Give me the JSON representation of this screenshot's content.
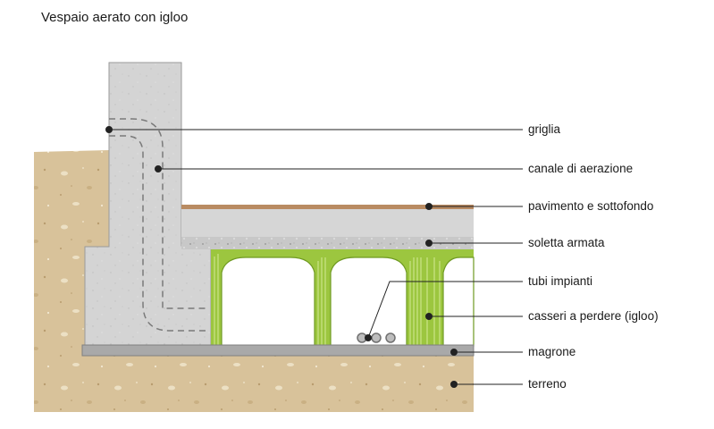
{
  "title": "Vespaio aerato con igloo",
  "labels": [
    {
      "id": "griglia",
      "text": "griglia"
    },
    {
      "id": "canale",
      "text": "canale di aerazione"
    },
    {
      "id": "pavimento",
      "text": "pavimento e sottofondo"
    },
    {
      "id": "soletta",
      "text": "soletta armata"
    },
    {
      "id": "tubi",
      "text": "tubi impianti"
    },
    {
      "id": "casseri",
      "text": "casseri a perdere (igloo)"
    },
    {
      "id": "magrone",
      "text": "magrone"
    },
    {
      "id": "terreno",
      "text": "terreno"
    }
  ],
  "colors": {
    "soil": "#d8c29a",
    "concrete": "#d3d3d3",
    "igloo": "#a5cf48",
    "floor": "#b98b62",
    "magrone": "#a9a9a9"
  }
}
